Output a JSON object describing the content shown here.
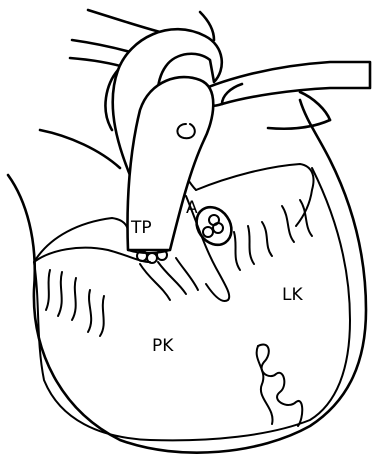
{
  "labels": {
    "tp": "TP",
    "a": "A",
    "lk": "LK",
    "pk": "PK"
  },
  "colors": {
    "ink": "#000000",
    "paper": "#ffffff"
  }
}
